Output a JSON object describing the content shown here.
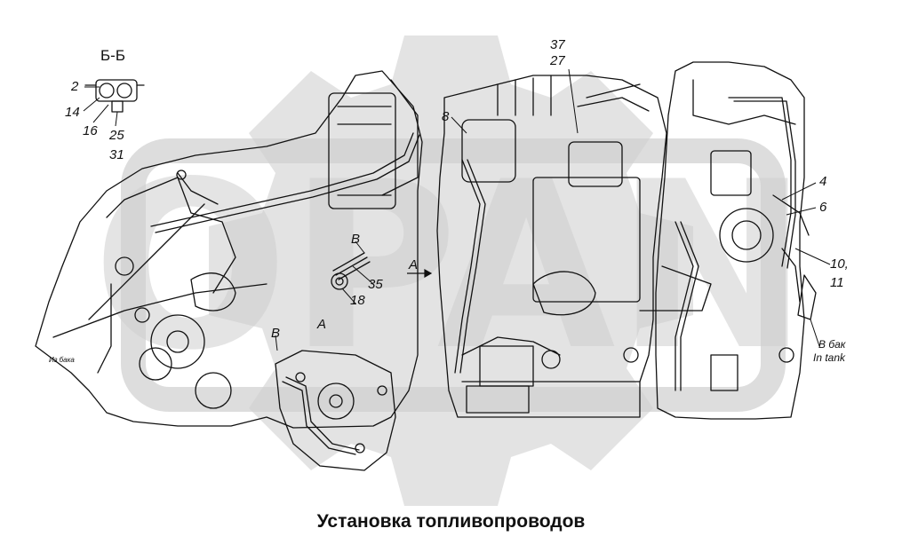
{
  "caption": "Установка топливопроводов",
  "section_label": "Б-Б",
  "view_label_b1": "В",
  "view_label_b2": "В",
  "view_label_a1": "А",
  "view_label_a2": "А",
  "callouts": {
    "c2": "2",
    "c14": "14",
    "c16": "16",
    "c25": "25",
    "c31": "31",
    "c8": "8",
    "c37": "37",
    "c27": "27",
    "c4": "4",
    "c6": "6",
    "c10_11": "10,",
    "c11": "11",
    "c35": "35",
    "c18": "18"
  },
  "tank_ru": "В бак",
  "tank_en": "In tank",
  "small_note": "Из бака",
  "watermark": "OPAN"
}
